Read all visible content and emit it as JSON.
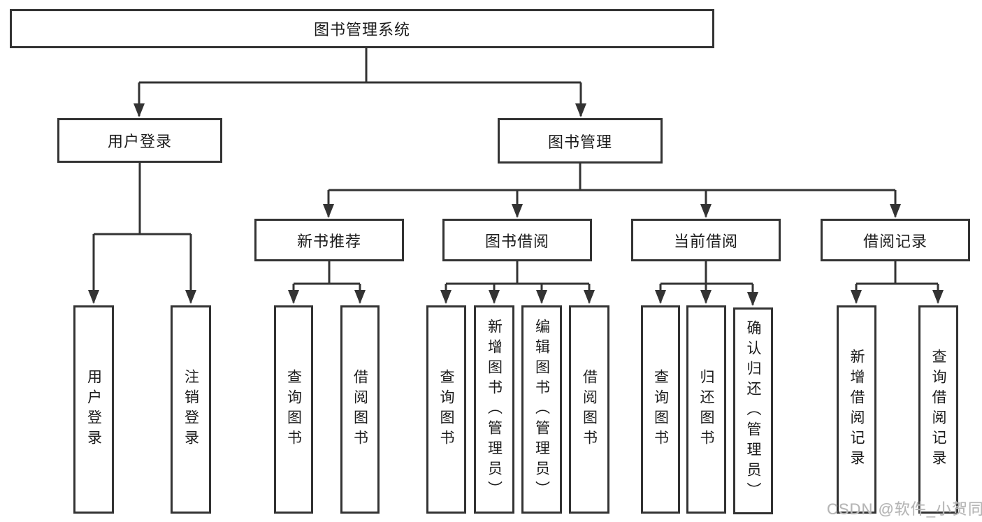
{
  "colors": {
    "line": "#333333",
    "box_border": "#333333",
    "box_fill": "#ffffff",
    "text": "#1c1c1c",
    "background": "#ffffff",
    "watermark": "#b5b5b5"
  },
  "tree": {
    "label": "图书管理系统",
    "children": [
      {
        "label": "用户登录",
        "children": [
          {
            "label": "用户登录"
          },
          {
            "label": "注销登录"
          }
        ]
      },
      {
        "label": "图书管理",
        "children": [
          {
            "label": "新书推荐",
            "children": [
              {
                "label": "查询图书"
              },
              {
                "label": "借阅图书"
              }
            ]
          },
          {
            "label": "图书借阅",
            "children": [
              {
                "label": "查询图书"
              },
              {
                "label": "新增图书（管理员）"
              },
              {
                "label": "编辑图书（管理员）"
              },
              {
                "label": "借阅图书"
              }
            ]
          },
          {
            "label": "当前借阅",
            "children": [
              {
                "label": "查询图书"
              },
              {
                "label": "归还图书"
              },
              {
                "label": "确认归还（管理员）"
              }
            ]
          },
          {
            "label": "借阅记录",
            "children": [
              {
                "label": "新增借阅记录"
              },
              {
                "label": "查询借阅记录"
              }
            ]
          }
        ]
      }
    ]
  },
  "watermark": {
    "text": "CSDN @软件_小贺同学"
  }
}
